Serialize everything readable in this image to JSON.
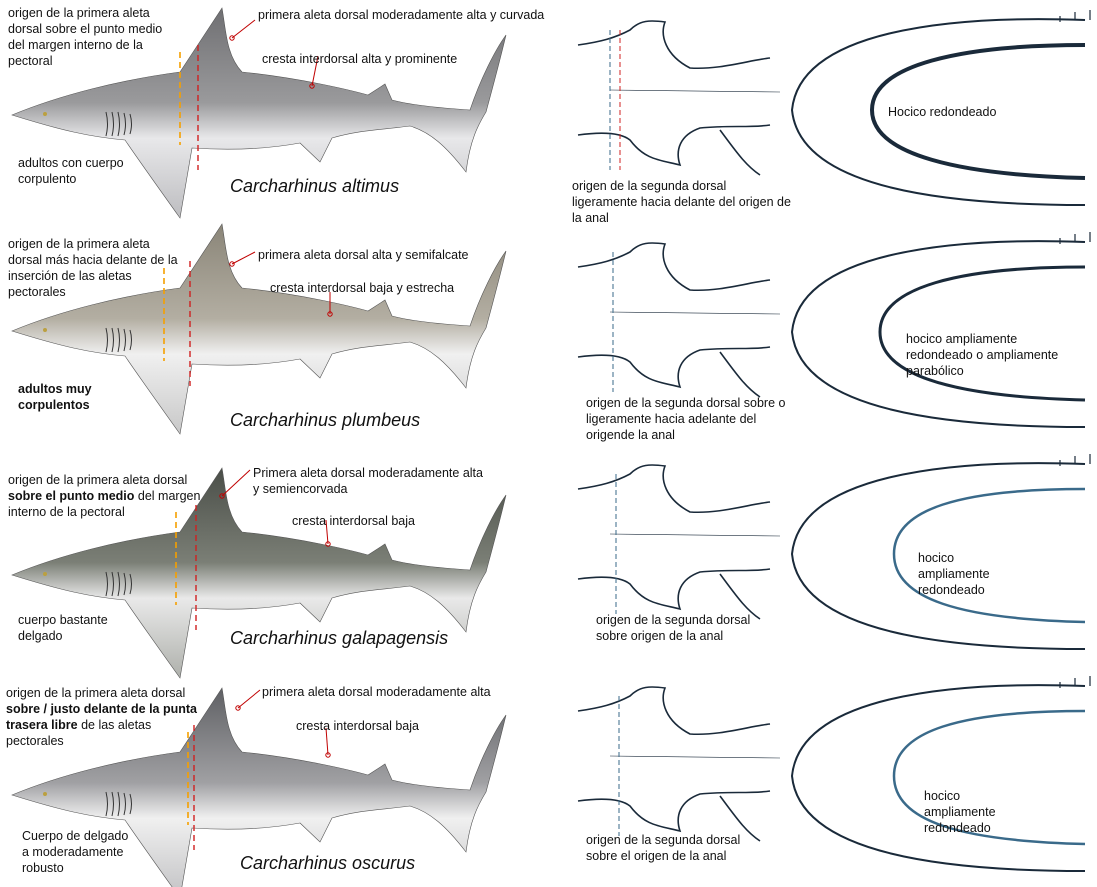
{
  "rows": [
    {
      "species": "Carcharhinus altimus",
      "origin_note": "origen de la primera aleta dorsal sobre el punto medio del margen interno de la pectoral",
      "dorsal_note": "primera aleta dorsal moderadamente alta y curvada",
      "ridge_note": "cresta interdorsal alta y prominente",
      "body_note": "adultos con cuerpo corpulento",
      "second_dorsal_note": "origen de la segunda dorsal ligeramente hacia delante del origen de la anal",
      "snout_note": "Hocico redondeado"
    },
    {
      "species": "Carcharhinus plumbeus",
      "origin_note": "origen de la primera aleta dorsal más hacia delante de la inserción de las aletas pectorales",
      "dorsal_note": "primera aleta dorsal alta y semifalcate",
      "ridge_note": "cresta interdorsal baja y estrecha",
      "body_note": "adultos muy corpulentos",
      "second_dorsal_note": "origen de la segunda dorsal sobre o ligeramente hacia adelante del origende la  anal",
      "snout_note": "hocico ampliamente redondeado o ampliamente parabólico"
    },
    {
      "species": "Carcharhinus galapagensis",
      "origin_note_a": "origen de la primera aleta dorsal",
      "origin_note_bold": "sobre el punto medio",
      "origin_note_b": "del margen interno de la pectoral",
      "dorsal_note": "Primera aleta dorsal moderadamente alta y semiencorvada",
      "ridge_note": "cresta interdorsal baja",
      "body_note": "cuerpo bastante delgado",
      "second_dorsal_note": "origen de la segunda dorsal sobre origen de la anal",
      "snout_note": "hocico ampliamente redondeado"
    },
    {
      "species": "Carcharhinus oscurus",
      "origin_note_a": "origen de la primera aleta dorsal",
      "origin_note_bold": "sobre / justo delante de la punta trasera libre",
      "origin_note_b": "de las aletas pectorales",
      "dorsal_note": "primera aleta dorsal moderadamente alta",
      "ridge_note": "cresta interdorsal baja",
      "body_note": "Cuerpo de delgado a moderadamente robusto",
      "second_dorsal_note": "origen de la segunda dorsal sobre el origen de la  anal",
      "snout_note": "hocico ampliamente redondeado"
    }
  ],
  "colors": {
    "pointer": "#c00000",
    "dash_orange": "#f5a000",
    "dash_red": "#d02020",
    "sketch": "#1a2a3a",
    "sketch_accent": "#3a6a8a"
  }
}
